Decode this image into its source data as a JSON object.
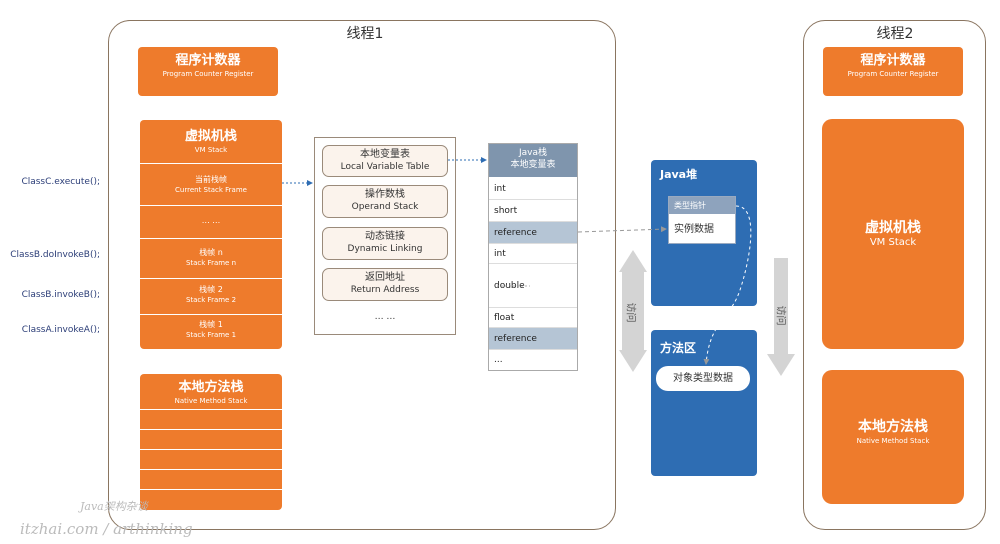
{
  "thread1": {
    "title": "线程1",
    "pc_register": {
      "cn": "程序计数器",
      "en": "Program Counter Register"
    },
    "vm_stack": {
      "cn": "虚拟机栈",
      "en": "VM Stack",
      "frames": [
        {
          "cn": "当前栈帧",
          "en": "Current Stack Frame"
        },
        {
          "cn": "… …",
          "en": ""
        },
        {
          "cn": "栈帧 n",
          "en": "Stack Frame n"
        },
        {
          "cn": "栈帧 2",
          "en": "Stack Frame 2"
        },
        {
          "cn": "栈帧 1",
          "en": "Stack Frame 1"
        }
      ]
    },
    "native_stack": {
      "cn": "本地方法栈",
      "en": "Native Method Stack"
    }
  },
  "call_labels": [
    "ClassC.execute();",
    "ClassB.doInvokeB();",
    "ClassB.invokeB();",
    "ClassA.invokeA();"
  ],
  "frame_detail": {
    "items": [
      {
        "cn": "本地变量表",
        "en": "Local Variable Table"
      },
      {
        "cn": "操作数栈",
        "en": "Operand Stack"
      },
      {
        "cn": "动态链接",
        "en": "Dynamic Linking"
      },
      {
        "cn": "返回地址",
        "en": "Return Address"
      }
    ],
    "ellipsis": "… …"
  },
  "local_var_table": {
    "title1": "Java栈",
    "title2": "本地变量表",
    "rows": [
      "int",
      "short",
      "reference",
      "int",
      "double",
      "float",
      "reference",
      "..."
    ]
  },
  "heap": {
    "title": "Java堆",
    "type_pointer": "类型指针",
    "instance_data": "实例数据"
  },
  "method_area": {
    "title": "方法区",
    "object_type_data": "对象类型数据"
  },
  "access_label": "访问",
  "thread2": {
    "title": "线程2",
    "pc_register": {
      "cn": "程序计数器",
      "en": "Program Counter Register"
    },
    "vm_stack": {
      "cn": "虚拟机栈",
      "en": "VM Stack"
    },
    "native_stack": {
      "cn": "本地方法栈",
      "en": "Native Method Stack"
    }
  },
  "watermark": {
    "line1": "Java架构杂谈",
    "line2": "itzhai.com / arthinking"
  },
  "colors": {
    "orange": "#ee7b2c",
    "blue": "#2e6db3",
    "reference_row": "#b5c5d5"
  }
}
